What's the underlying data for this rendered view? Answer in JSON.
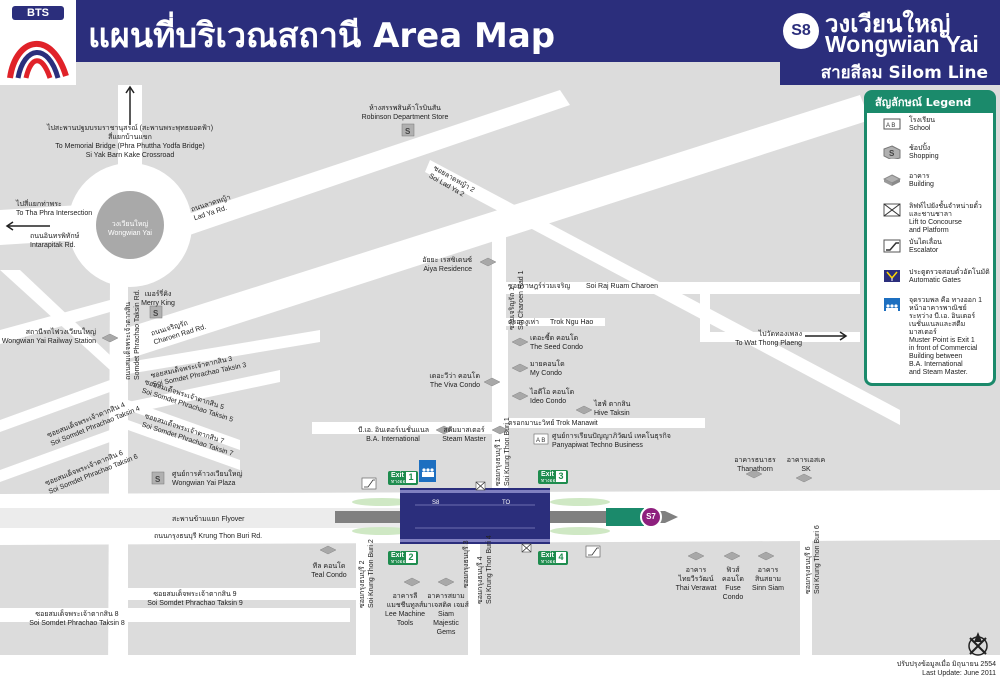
{
  "header": {
    "logo_text": "BTS",
    "title": "แผนที่บริเวณสถานี Area Map",
    "station_code": "S8",
    "station_name_th": "วงเวียนใหญ่",
    "station_name_en": "Wongwian Yai",
    "line": "สายสีลม Silom Line",
    "next_station_code": "S7"
  },
  "colors": {
    "navy": "#2b2e7c",
    "legend_green": "#1b8a6b",
    "exit_green": "#1e8c4e",
    "road": "#ffffff",
    "block": "#dcdcdc",
    "light_rail": "#cfe8c4",
    "s7_badge": "#8e1f7e"
  },
  "legend": {
    "title": "สัญลักษณ์ Legend",
    "items": [
      {
        "icon": "school-icon",
        "th": "โรงเรียน",
        "en": "School"
      },
      {
        "icon": "shopping-icon",
        "th": "ช้อปปิ้ง",
        "en": "Shopping"
      },
      {
        "icon": "building-icon",
        "th": "อาคาร",
        "en": "Building"
      },
      {
        "icon": "lift-icon",
        "th": "ลิฟท์ไปยังชั้นจำหน่ายตั๋ว",
        "th2": "และชานชาลา",
        "en": "Lift to Concourse",
        "en2": "and Platform"
      },
      {
        "icon": "escalator-icon",
        "th": "บันไดเลื่อน",
        "en": "Escalator"
      },
      {
        "icon": "automatic-gate-icon",
        "th": "ประตูตรวจสอบตั๋วอัตโนมัติ",
        "en": "Automatic Gates"
      },
      {
        "icon": "muster-point-icon",
        "th": "จุดรวมพล คือ ทางออก 1",
        "th2": "หน้าอาคารพาณิชย์",
        "th3": "ระหว่าง บี.เอ. อินเตอร์",
        "th4": "เนชั่นแนลและสตีม",
        "th5": "มาสเตอร์",
        "en": "Muster Point is Exit 1",
        "en2": "in front of Commercial",
        "en3": "Building between",
        "en4": "B.A. International",
        "en5": "and Steam Master."
      }
    ]
  },
  "labels": {
    "memorial_th": "ไปสะพานปฐมบรมราชานุสรณ์ (สะพานพระพุทธยอดฟ้า)",
    "memorial_th2": "สี่แยกบ้านแขก",
    "memorial_en": "To Memorial Bridge (Phra Phuttha Yodfa Bridge)",
    "memorial_en2": "Si Yak Barn Kake Crossroad",
    "thapra_th": "ไปสี่แยกท่าพระ",
    "thapra_en": "To Tha Phra Intersection",
    "intarapitak_th": "ถนนอินทรพิทักษ์",
    "intarapitak_en": "Intarapitak Rd.",
    "circle_th": "วงเวียนใหญ่",
    "circle_en": "Wongwian Yai",
    "ladya_th": "ถนนลาดหญ้า",
    "ladya_en": "Lad Ya Rd.",
    "robinson_th": "ห้างสรรพสินค้าโรบินสัน",
    "robinson_en": "Robinson Department Store",
    "soiladya_th": "ซอยลาดหญ้า 2",
    "soiladya_en": "Soi Lad Ya 2",
    "cnr1_th": "ซอยเจริญรัถ 1",
    "cnr1_en": "Soi Charoen Rad 1",
    "aiya_th": "อัยยะ เรสซิเดนซ์",
    "aiya_en": "Aiya Residence",
    "ruamcharoen_th": "ซอยราษฎร์ร่วมเจริญ",
    "ruamcharoen_en": "Soi Raj Ruam Charoen",
    "merryking_th": "เมอร์รี่คิง",
    "merryking_en": "Merry King",
    "charoenrad_th": "ถนนเจริญรัถ",
    "charoenrad_en": "Charoen Rad Rd.",
    "rail_th": "สถานีรถไฟวงเวียนใหญ่",
    "rail_en": "Wongwian Yai Railway Station",
    "phrachao_th": "ถนนสมเด็จพระเจ้าตากสิน",
    "phrachao_en": "Somdet Phrachao Taksin Rd.",
    "taksin3_th": "ซอยสมเด็จพระเจ้าตากสิน 3",
    "taksin3_en": "Soi Somdet Phrachao Taksin 3",
    "taksin4_th": "ซอยสมเด็จพระเจ้าตากสิน 4",
    "taksin4_en": "Soi Somdet Phrachao Taksin 4",
    "taksin5_th": "ซอยสมเด็จพระเจ้าตากสิน 5",
    "taksin5_en": "Soi Somdet Phrachao Taksin 5",
    "taksin6_th": "ซอยสมเด็จพระเจ้าตากสิน 6",
    "taksin6_en": "Soi Somdet Phrachao Taksin 6",
    "taksin7_th": "ซอยสมเด็จพระเจ้าตากสิน 7",
    "taksin7_en": "Soi Somdet Phrachao Taksin 7",
    "taksin8_th": "ซอยสมเด็จพระเจ้าตากสิน 8",
    "taksin8_en": "Soi Somdet Phrachao Taksin 8",
    "taksin9_th": "ซอยสมเด็จพระเจ้าตากสิน 9",
    "taksin9_en": "Soi Somdet Phrachao Taksin 9",
    "trokngu_th": "ตรอกงูเห่า",
    "trokngu_en": "Trok Ngu Hao",
    "seed_th": "เดอะซี้ด คอนโด",
    "seed_en": "The Seed Condo",
    "my_th": "มายคอนโด",
    "my_en": "My Condo",
    "viva_th": "เดอะวีว่า คอนโด",
    "viva_en": "The Viva Condo",
    "ideo_th": "ไอดีโอ คอนโด",
    "ideo_en": "Ideo Condo",
    "hive_th": "ไฮฟ์ ตากสิน",
    "hive_en": "Hive Taksin",
    "manawit_th": "ตรอกมานะวิทย์",
    "manawit_en": "Trok Manawit",
    "kb1_th": "ซอยกรุงธนบุรี 1",
    "kb1_en": "Soi Krung Thon Buri 1",
    "watthong_th": "ไปวัดทองเพลง",
    "watthong_en": "To Wat Thong Plaeng",
    "ba_th": "บี.เอ. อินเตอร์เนชั่นแนล",
    "ba_en": "B.A. International",
    "steam_th": "สตีมมาสเตอร์",
    "steam_en": "Steam Master",
    "panya_th": "ศูนย์การเรียนปัญญาภิวัฒน์ เทคโนธุรกิจ",
    "panya_en": "Panyapiwat Techno Business",
    "thanathorn_th": "อาคารธนาธร",
    "thanathorn_en": "Thanathorn",
    "sk_th": "อาคารเอสเค",
    "sk_en": "SK",
    "plaza_th": "ศูนย์การค้าวงเวียนใหญ่",
    "plaza_en": "Wongwian Yai Plaza",
    "flyover_th": "สะพานข้ามแยก Flyover",
    "kbrd_th": "ถนนกรุงธนบุรี Krung Thon Buri Rd.",
    "teal_th": "ทีล คอนโด",
    "teal_en": "Teal Condo",
    "kb2_th": "ซอยกรุงธนบุรี 2",
    "kb2_en": "Soi Krung Thon Buri 2",
    "lee_th": "อาคารลี",
    "lee_th2": "แมชชีนทูลส์",
    "lee_en": "Lee Machine",
    "lee_en2": "Tools",
    "siam_th": "อาคารสยาม",
    "siam_th2": "มาเจสติค เจมส์",
    "siam_en": "Siam",
    "siam_en2": "Majestic",
    "siam_en3": "Gems",
    "kb3_th": "ซอยกรุงธนบุรี 3",
    "kb4_th": "ซอยกรุงธนบุรี 4",
    "kb4_en": "Soi Krung Thon Buri 4",
    "thaiv_th": "อาคาร",
    "thaiv_th2": "ไทยวีรวัฒน์",
    "thaiv_en": "Thai Verawat",
    "fuse_th": "ฟิวส์",
    "fuse_th2": "คอนโด",
    "fuse_en": "Fuse",
    "fuse_en2": "Condo",
    "sinn_th": "อาคาร",
    "sinn_th2": "สินสยาม",
    "sinn_en": "Sinn Siam",
    "kb6_th": "ซอยกรุงธนบุรี 6",
    "kb6_en": "Soi Krung Thon Buri 6",
    "update_th": "ปรับปรุงข้อมูลเมื่อ มิถุนายน 2554",
    "update_en": "Last Update: June 2011"
  },
  "exits": [
    {
      "num": "1",
      "label": "Exit",
      "th": "ทางออก"
    },
    {
      "num": "2",
      "label": "Exit",
      "th": "ทางออก"
    },
    {
      "num": "3",
      "label": "Exit",
      "th": "ทางออก"
    },
    {
      "num": "4",
      "label": "Exit",
      "th": "ทางออก"
    }
  ],
  "station_icons": {
    "ticket_left": "S8",
    "ticket_right": "TO"
  }
}
